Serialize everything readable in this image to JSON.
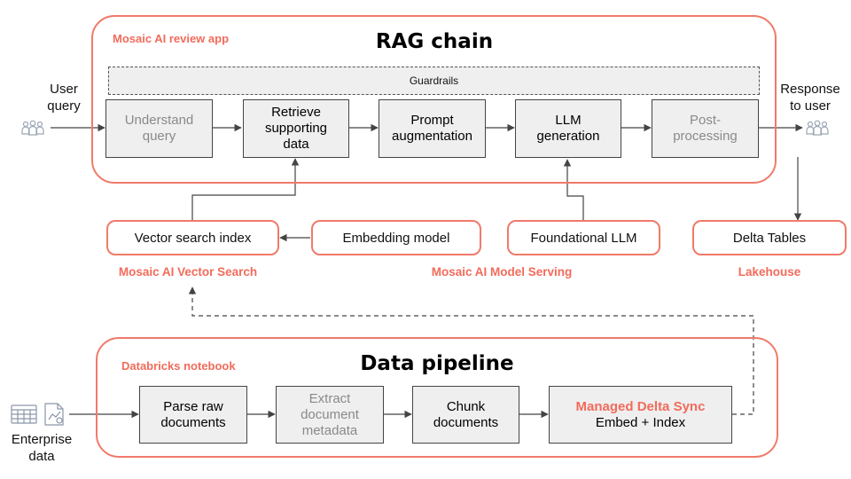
{
  "rag": {
    "title": "RAG chain",
    "app_label": "Mosaic AI review app",
    "guardrails": "Guardrails",
    "steps": [
      [
        "Understand",
        "query"
      ],
      [
        "Retrieve",
        "supporting",
        "data"
      ],
      [
        "Prompt",
        "augmentation"
      ],
      [
        "LLM",
        "generation"
      ],
      [
        "Post-",
        "processing"
      ]
    ]
  },
  "io": {
    "user_query": [
      "User",
      "query"
    ],
    "response": [
      "Response",
      "to user"
    ],
    "enterprise": [
      "Enterprise",
      "data"
    ]
  },
  "services": {
    "vector_index": "Vector search index",
    "embedding_model": "Embedding model",
    "foundational_llm": "Foundational LLM",
    "delta_tables": "Delta Tables"
  },
  "groups": {
    "vector_search": "Mosaic AI Vector Search",
    "model_serving": "Mosaic AI Model Serving",
    "lakehouse": "Lakehouse"
  },
  "pipeline": {
    "title": "Data pipeline",
    "notebook_label": "Databricks notebook",
    "steps": [
      [
        "Parse raw",
        "documents"
      ],
      [
        "Extract",
        "document",
        "metadata"
      ],
      [
        "Chunk",
        "documents"
      ]
    ],
    "sync_title": "Managed Delta Sync",
    "sync_sub": "Embed + Index"
  },
  "colors": {
    "accent": "#f26b5b",
    "frame": "#f07a6a",
    "box_fill": "#efefef",
    "muted_text": "#8a8a8a"
  },
  "icons": {
    "user": "people-group-icon",
    "response": "people-group-icon",
    "data_table": "spreadsheet-icon",
    "data_doc": "chart-document-icon"
  }
}
